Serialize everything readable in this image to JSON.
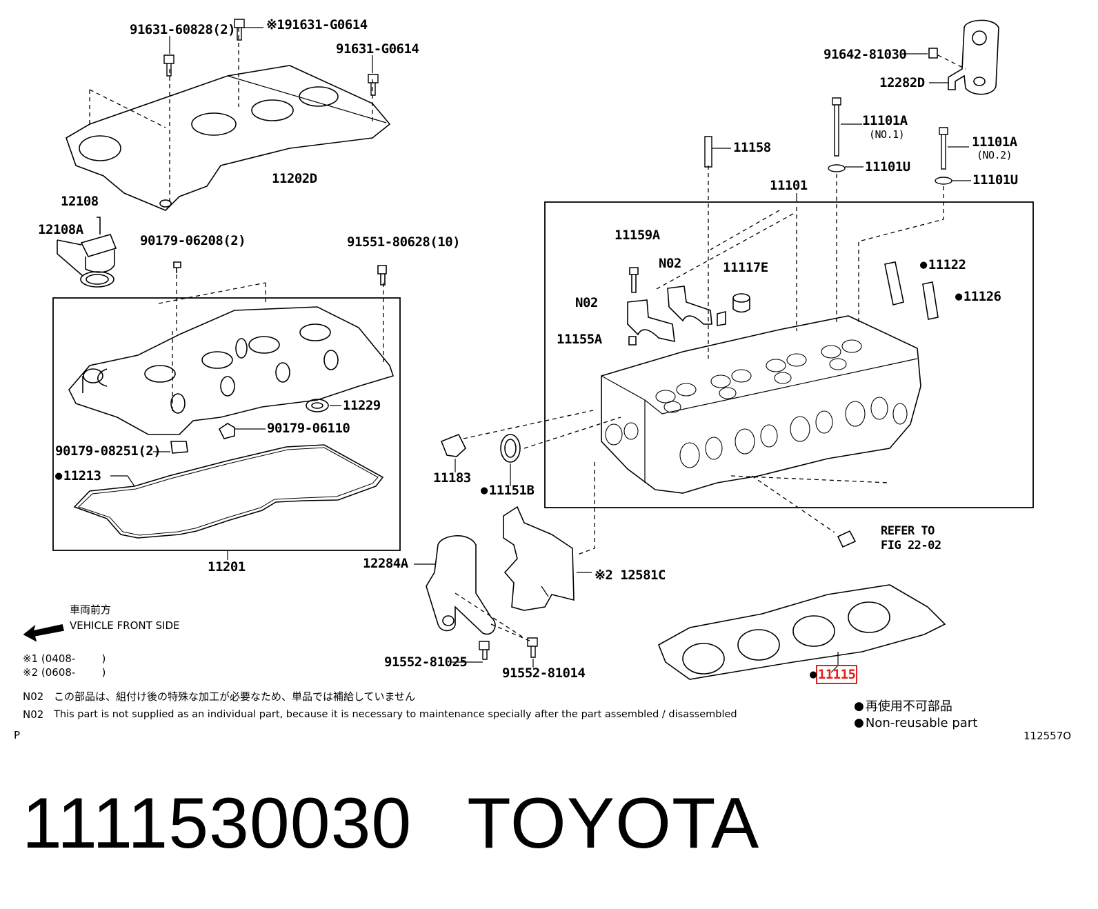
{
  "labels": {
    "p91631_60828": "91631-60828(2)",
    "p91631_g0614_1": "※191631-G0614",
    "p91631_g0614": "91631-G0614",
    "p11202d": "11202D",
    "p12108": "12108",
    "p12108a": "12108A",
    "p90179_06208": "90179-06208(2)",
    "p91551_80628": "91551-80628(10)",
    "p11229": "11229",
    "p90179_06110": "90179-06110",
    "p90179_08251": "90179-08251(2)",
    "p11213": "11213",
    "p11201": "11201",
    "p91642_81030": "91642-81030",
    "p12282d": "12282D",
    "p11101a_1": "11101A",
    "p11101a_1_sub": "(NO.1)",
    "p11101a_2": "11101A",
    "p11101a_2_sub": "(NO.2)",
    "p11101u_1": "11101U",
    "p11101u_2": "11101U",
    "p11158": "11158",
    "p11101": "11101",
    "p11159a": "11159A",
    "pN02_a": "N02",
    "pN02_b": "N02",
    "p11117e": "11117E",
    "p11122": "11122",
    "p11126": "11126",
    "p11155a": "11155A",
    "p11183": "11183",
    "p11151b": "11151B",
    "refer_to": "REFER TO",
    "refer_fig": "FIG 22-02",
    "p12284a": "12284A",
    "p12581c": "※2 12581C",
    "p91552_81025": "91552-81025",
    "p91552_81014": "91552-81014",
    "p11115": "11115"
  },
  "notes": {
    "front_jp": "車両前方",
    "front_en": "VEHICLE FRONT SIDE",
    "range1": "※1 (0408-        )",
    "range2": "※2 (0608-        )",
    "n02_jp_code": "N02",
    "n02_jp": "この部品は、組付け後の特殊な加工が必要なため、単品では補給していません",
    "n02_en_code": "N02",
    "n02_en": "This part is not supplied as an individual part, because it is necessary to maintenance specially after the part assembled / disassembled",
    "p_mark": "P",
    "fig_code": "112557O",
    "legend_jp": "再使用不可部品",
    "legend_en": "Non-reusable part"
  },
  "product": {
    "part_number": "1111530030",
    "brand": "TOYOTA"
  },
  "colors": {
    "highlight": "#e0201c",
    "line": "#000000"
  }
}
